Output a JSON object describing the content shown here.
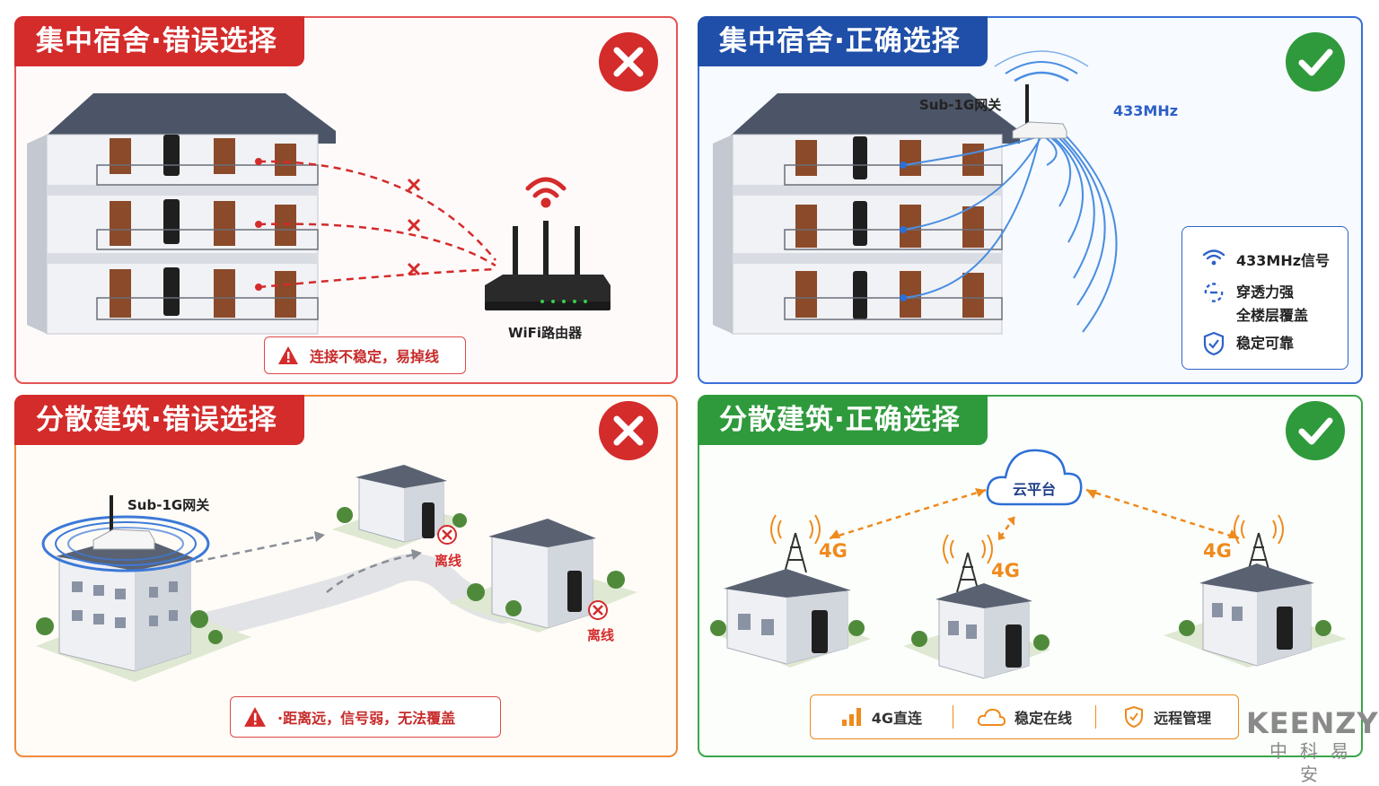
{
  "panels": {
    "top_left": {
      "title": "集中宿舍·错误选择",
      "device_label": "WiFi路由器",
      "warning": "连接不稳定，易掉线",
      "verdict": "wrong"
    },
    "top_right": {
      "title": "集中宿舍·正确选择",
      "device_label": "Sub-1G网关",
      "frequency": "433MHz",
      "features": [
        "433MHz信号",
        "穿透力强",
        "全楼层覆盖",
        "稳定可靠"
      ],
      "verdict": "right"
    },
    "bottom_left": {
      "title": "分散建筑·错误选择",
      "device_label": "Sub-1G网关",
      "offline_labels": [
        "离线",
        "离线"
      ],
      "warning": "·距离远，信号弱，无法覆盖",
      "verdict": "wrong"
    },
    "bottom_right": {
      "title": "分散建筑·正确选择",
      "cloud_label": "云平台",
      "tower_labels": [
        "4G",
        "4G",
        "4G"
      ],
      "bar_items": [
        "4G直连",
        "稳定在线",
        "远程管理"
      ],
      "verdict": "right"
    }
  },
  "brand": {
    "name_en": "KEENZY",
    "name_cn": "中科易安"
  },
  "colors": {
    "wrong": "#d42b2b",
    "right_blue": "#1f4fa8",
    "right_green": "#2f9a3c",
    "accent_orange": "#ef8a1c",
    "signal_blue": "#4a8ee0"
  },
  "icons": [
    "cross-icon",
    "check-icon",
    "warning-icon",
    "wifi-icon",
    "penetration-icon",
    "shield-check-icon",
    "signal-bars-icon",
    "cloud-icon",
    "shield-icon"
  ]
}
